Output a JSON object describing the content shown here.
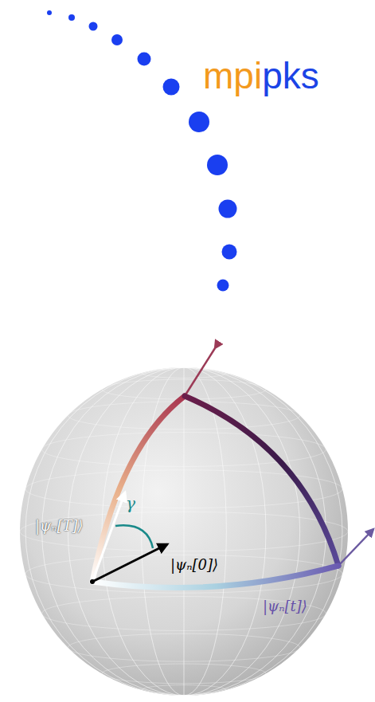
{
  "diagram": {
    "labels": [
      "mpi",
      "pks",
      "|ψₙ[T]⟩",
      "γ",
      "|ψₙ[0]⟩",
      "|ψₙ[t]⟩"
    ]
  }
}
